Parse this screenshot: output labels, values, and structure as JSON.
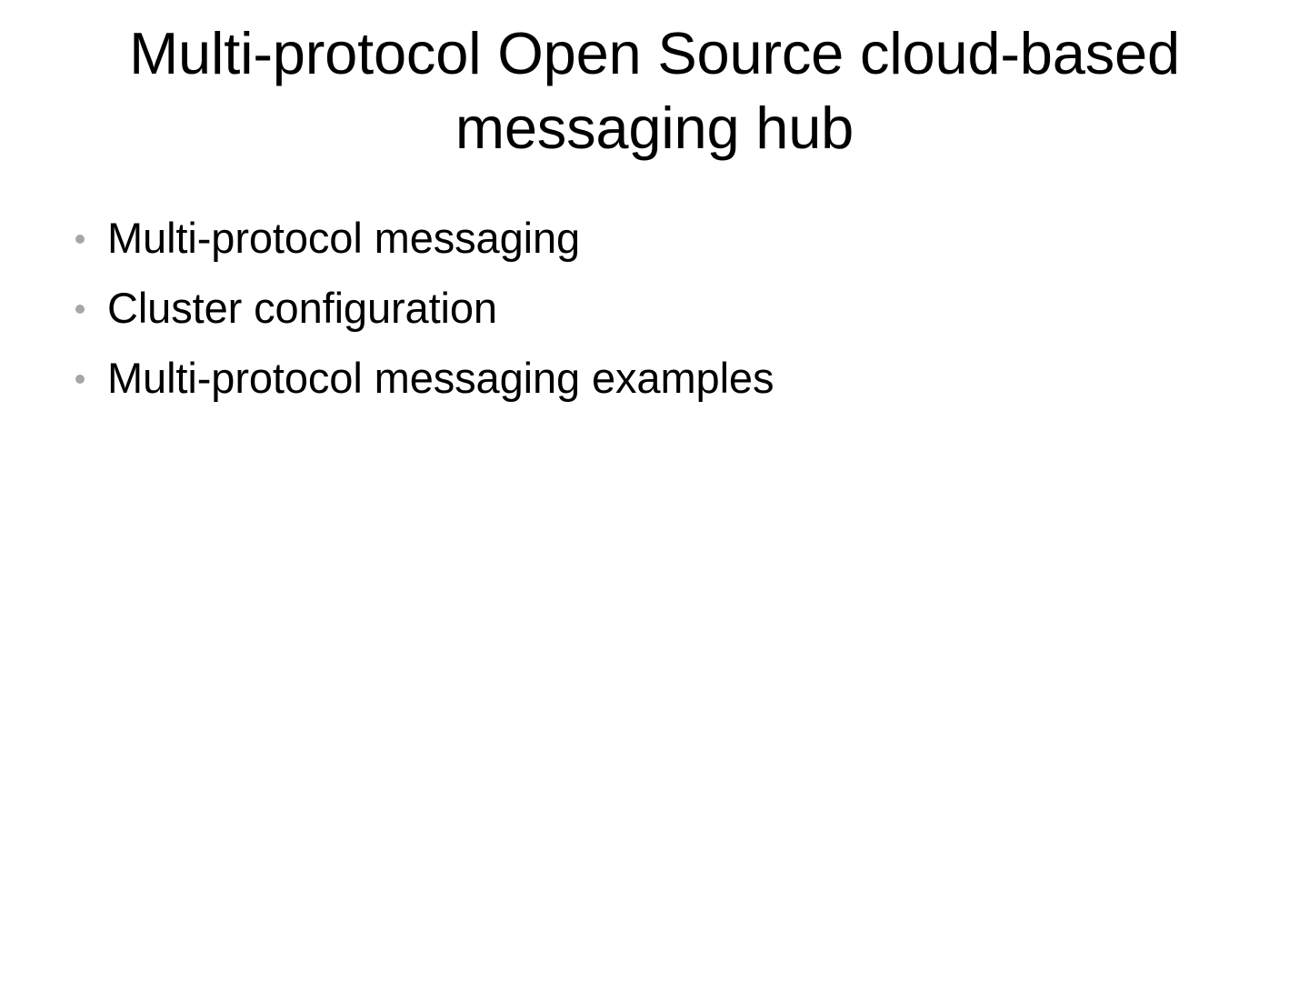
{
  "slide": {
    "background_color": "#ffffff",
    "title": "Multi-protocol Open Source cloud-based\nmessaging hub",
    "title_color": "#000000",
    "bullet_marker_color": "#a6a6a6",
    "bullet_text_color": "#000000",
    "bullets": [
      {
        "text": "Multi-protocol messaging",
        "marker": "bullet-dot-icon"
      },
      {
        "text": "Cluster configuration",
        "marker": "bullet-dot-icon"
      },
      {
        "text": "Multi-protocol messaging examples",
        "marker": "bullet-dot-icon"
      }
    ]
  }
}
